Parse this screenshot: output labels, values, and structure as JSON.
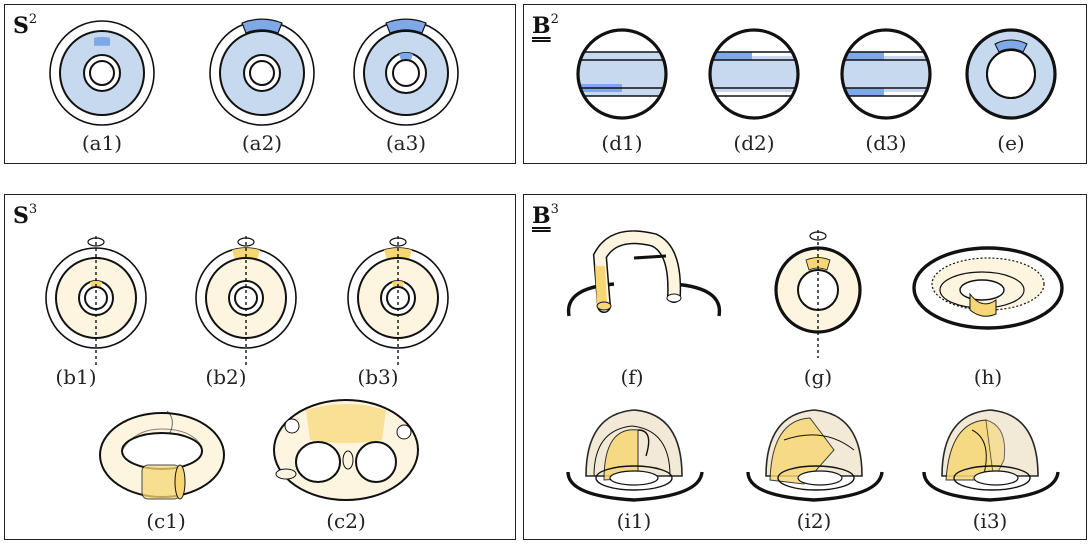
{
  "panels": {
    "s2": {
      "title": "S",
      "sup": "2",
      "labels": [
        "(a1)",
        "(a2)",
        "(a3)"
      ]
    },
    "b2": {
      "title": "B",
      "sup": "2",
      "labels": [
        "(d1)",
        "(d2)",
        "(d3)",
        "(e)"
      ]
    },
    "s3": {
      "title": "S",
      "sup": "3",
      "labels": [
        "(b1)",
        "(b2)",
        "(b3)",
        "(c1)",
        "(c2)"
      ]
    },
    "b3": {
      "title": "B",
      "sup": "3",
      "labels": [
        "(f)",
        "(g)",
        "(h)",
        "(i1)",
        "(i2)",
        "(i3)"
      ]
    }
  },
  "colors": {
    "blue_fill": "#c6d9ee",
    "blue_accent": "#7fa8e8",
    "yellow_fill": "#fdf5df",
    "yellow_accent": "#f7d775",
    "ink": "#111111"
  }
}
